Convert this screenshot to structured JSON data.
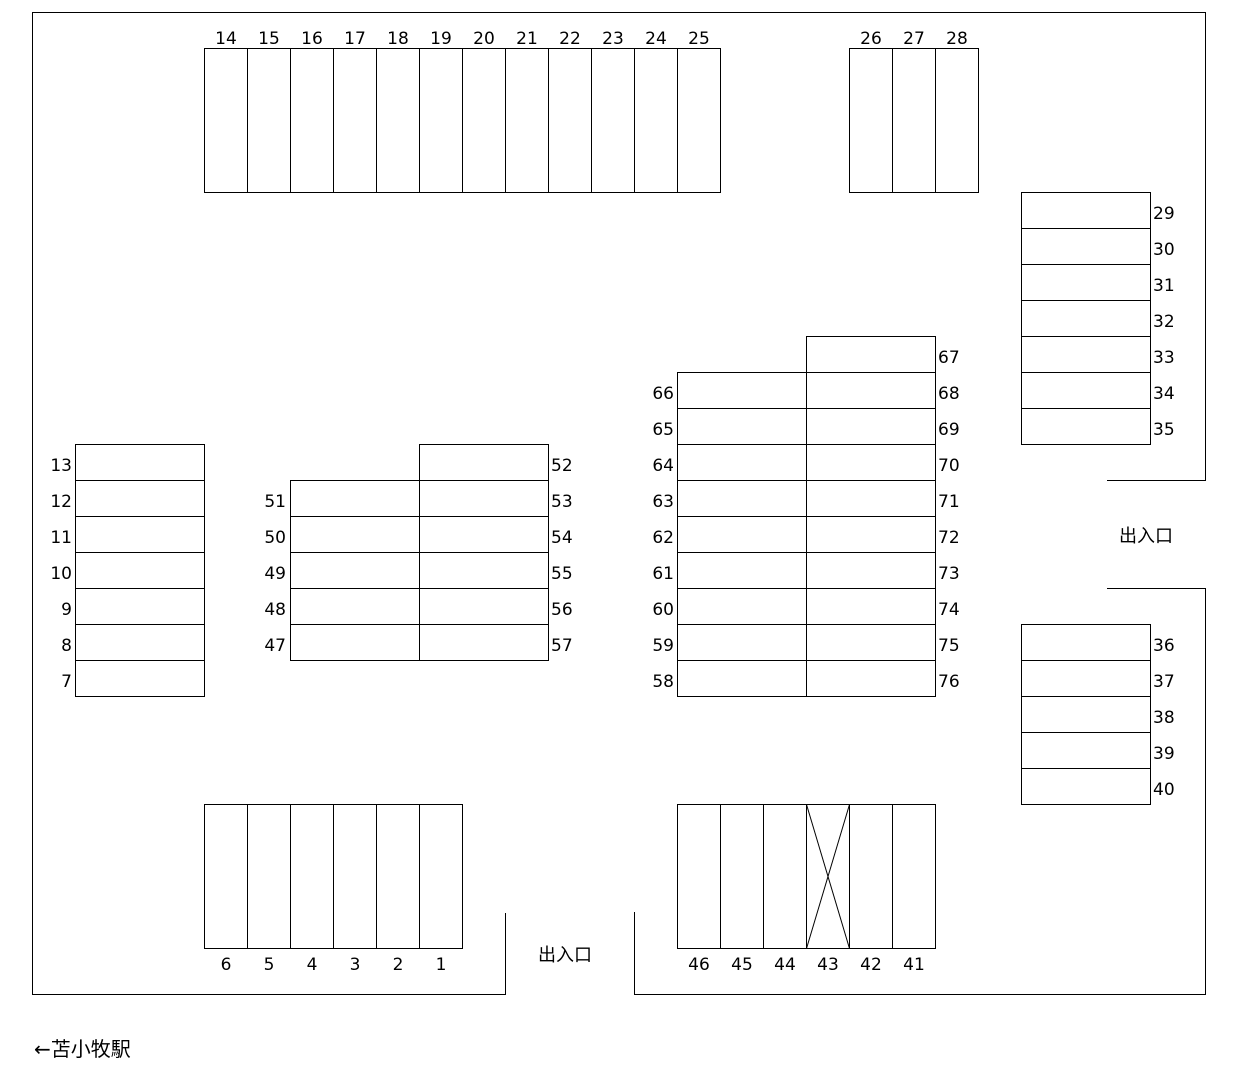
{
  "entrance_label": "出入口",
  "station_label": "←苫小牧駅",
  "blocked_stall": "43",
  "stall_groups": {
    "top_left": [
      "14",
      "15",
      "16",
      "17",
      "18",
      "19",
      "20",
      "21",
      "22",
      "23",
      "24",
      "25"
    ],
    "top_right": [
      "26",
      "27",
      "28"
    ],
    "right_upper": [
      "29",
      "30",
      "31",
      "32",
      "33",
      "34",
      "35"
    ],
    "right_lower": [
      "36",
      "37",
      "38",
      "39",
      "40"
    ],
    "left": [
      "13",
      "12",
      "11",
      "10",
      "9",
      "8",
      "7"
    ],
    "center_left": [
      "51",
      "50",
      "49",
      "48",
      "47"
    ],
    "center_right": [
      "52",
      "53",
      "54",
      "55",
      "56",
      "57"
    ],
    "block_left": [
      "66",
      "65",
      "64",
      "63",
      "62",
      "61",
      "60",
      "59",
      "58"
    ],
    "block_right": [
      "67",
      "68",
      "69",
      "70",
      "71",
      "72",
      "73",
      "74",
      "75",
      "76"
    ],
    "bottom_left": [
      "6",
      "5",
      "4",
      "3",
      "2",
      "1"
    ],
    "bottom_right": [
      "46",
      "45",
      "44",
      "43",
      "42",
      "41"
    ]
  }
}
